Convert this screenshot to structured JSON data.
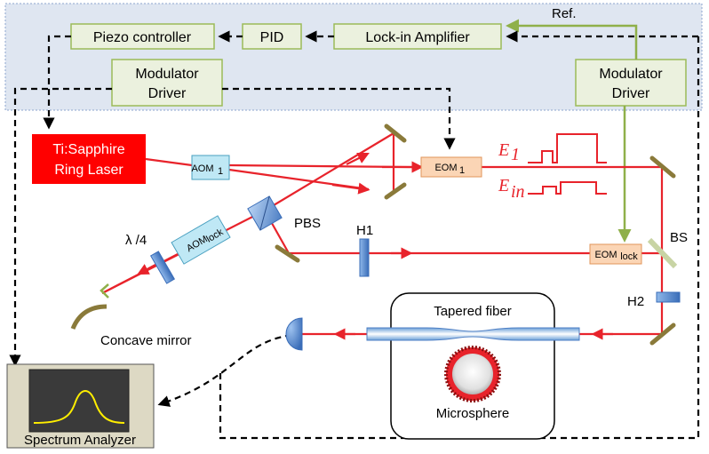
{
  "labels": {
    "ref": "Ref.",
    "piezo_controller": "Piezo controller",
    "pid": "PID",
    "lockin": "Lock-in Amplifier",
    "mod_driver_left_1": "Modulator",
    "mod_driver_left_2": "Driver",
    "mod_driver_right_1": "Modulator",
    "mod_driver_right_2": "Driver",
    "laser_1": "Ti:Sapphire",
    "laser_2": "Ring Laser",
    "aom1": "AOM",
    "aom1_sub": "1",
    "eom1": "EOM",
    "eom1_sub": "1",
    "aomlock": "AOM",
    "aomlock_sub": "lock",
    "eomlock": "EOM",
    "eomlock_sub": "lock",
    "e1": "E",
    "e1_sub": "1",
    "ein": "E",
    "ein_sub": "in",
    "lambda4": "λ /4",
    "pbs": "PBS",
    "h1": "H1",
    "h2": "H2",
    "bs": "BS",
    "tapered_fiber": "Tapered fiber",
    "microsphere": "Microsphere",
    "concave_mirror": "Concave mirror",
    "spectrum_analyzer": "Spectrum Analyzer"
  },
  "colors": {
    "beam": "#e8232b",
    "electronics_bg": "#dfe6f1",
    "box_green": "#ebf1de",
    "box_green_border": "#9bbb59",
    "ref_line": "#8fb04a",
    "aom": "#bfe8f5",
    "eom": "#fbd5b5",
    "mirror": "#8a7a3a",
    "laser": "#ff0000"
  }
}
